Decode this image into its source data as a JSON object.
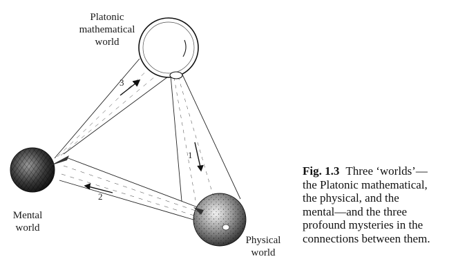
{
  "labels": {
    "platonic": [
      "Platonic",
      "mathematical",
      "world"
    ],
    "mental": [
      "Mental",
      "world"
    ],
    "physical": [
      "Physical",
      "world"
    ]
  },
  "arrows": {
    "one": "1",
    "two": "2",
    "three": "3"
  },
  "caption": {
    "fig_tag": "Fig. 1.3",
    "lines": [
      "Three ‘worlds’—",
      "the Platonic mathematical,",
      "the physical, and the",
      "mental—and the three",
      "profound mysteries in the",
      "connections between them."
    ]
  },
  "colors": {
    "ink": "#111111",
    "paper": "#ffffff"
  }
}
